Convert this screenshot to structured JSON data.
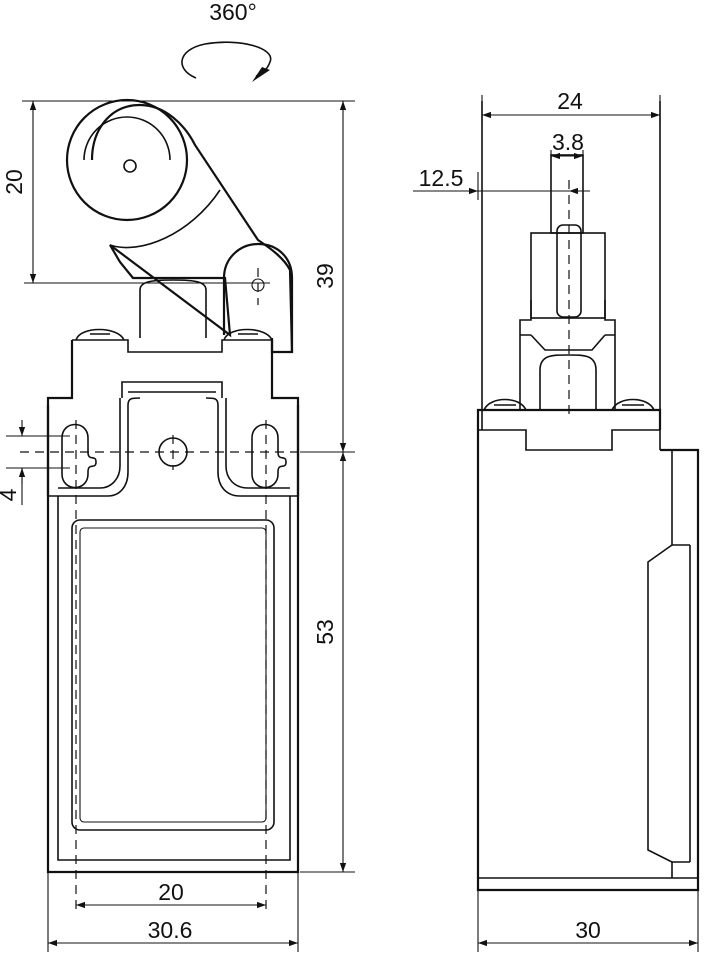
{
  "drawing": {
    "rotation_label": "360°",
    "front_view": {
      "roller_height": "20",
      "mounting_slot": "4",
      "upper_height": "39",
      "body_height": "53",
      "hole_spacing": "20",
      "body_width": "30.6"
    },
    "side_view": {
      "top_width": "24",
      "plunger_width": "3.8",
      "offset": "12.5",
      "body_depth": "30"
    }
  }
}
